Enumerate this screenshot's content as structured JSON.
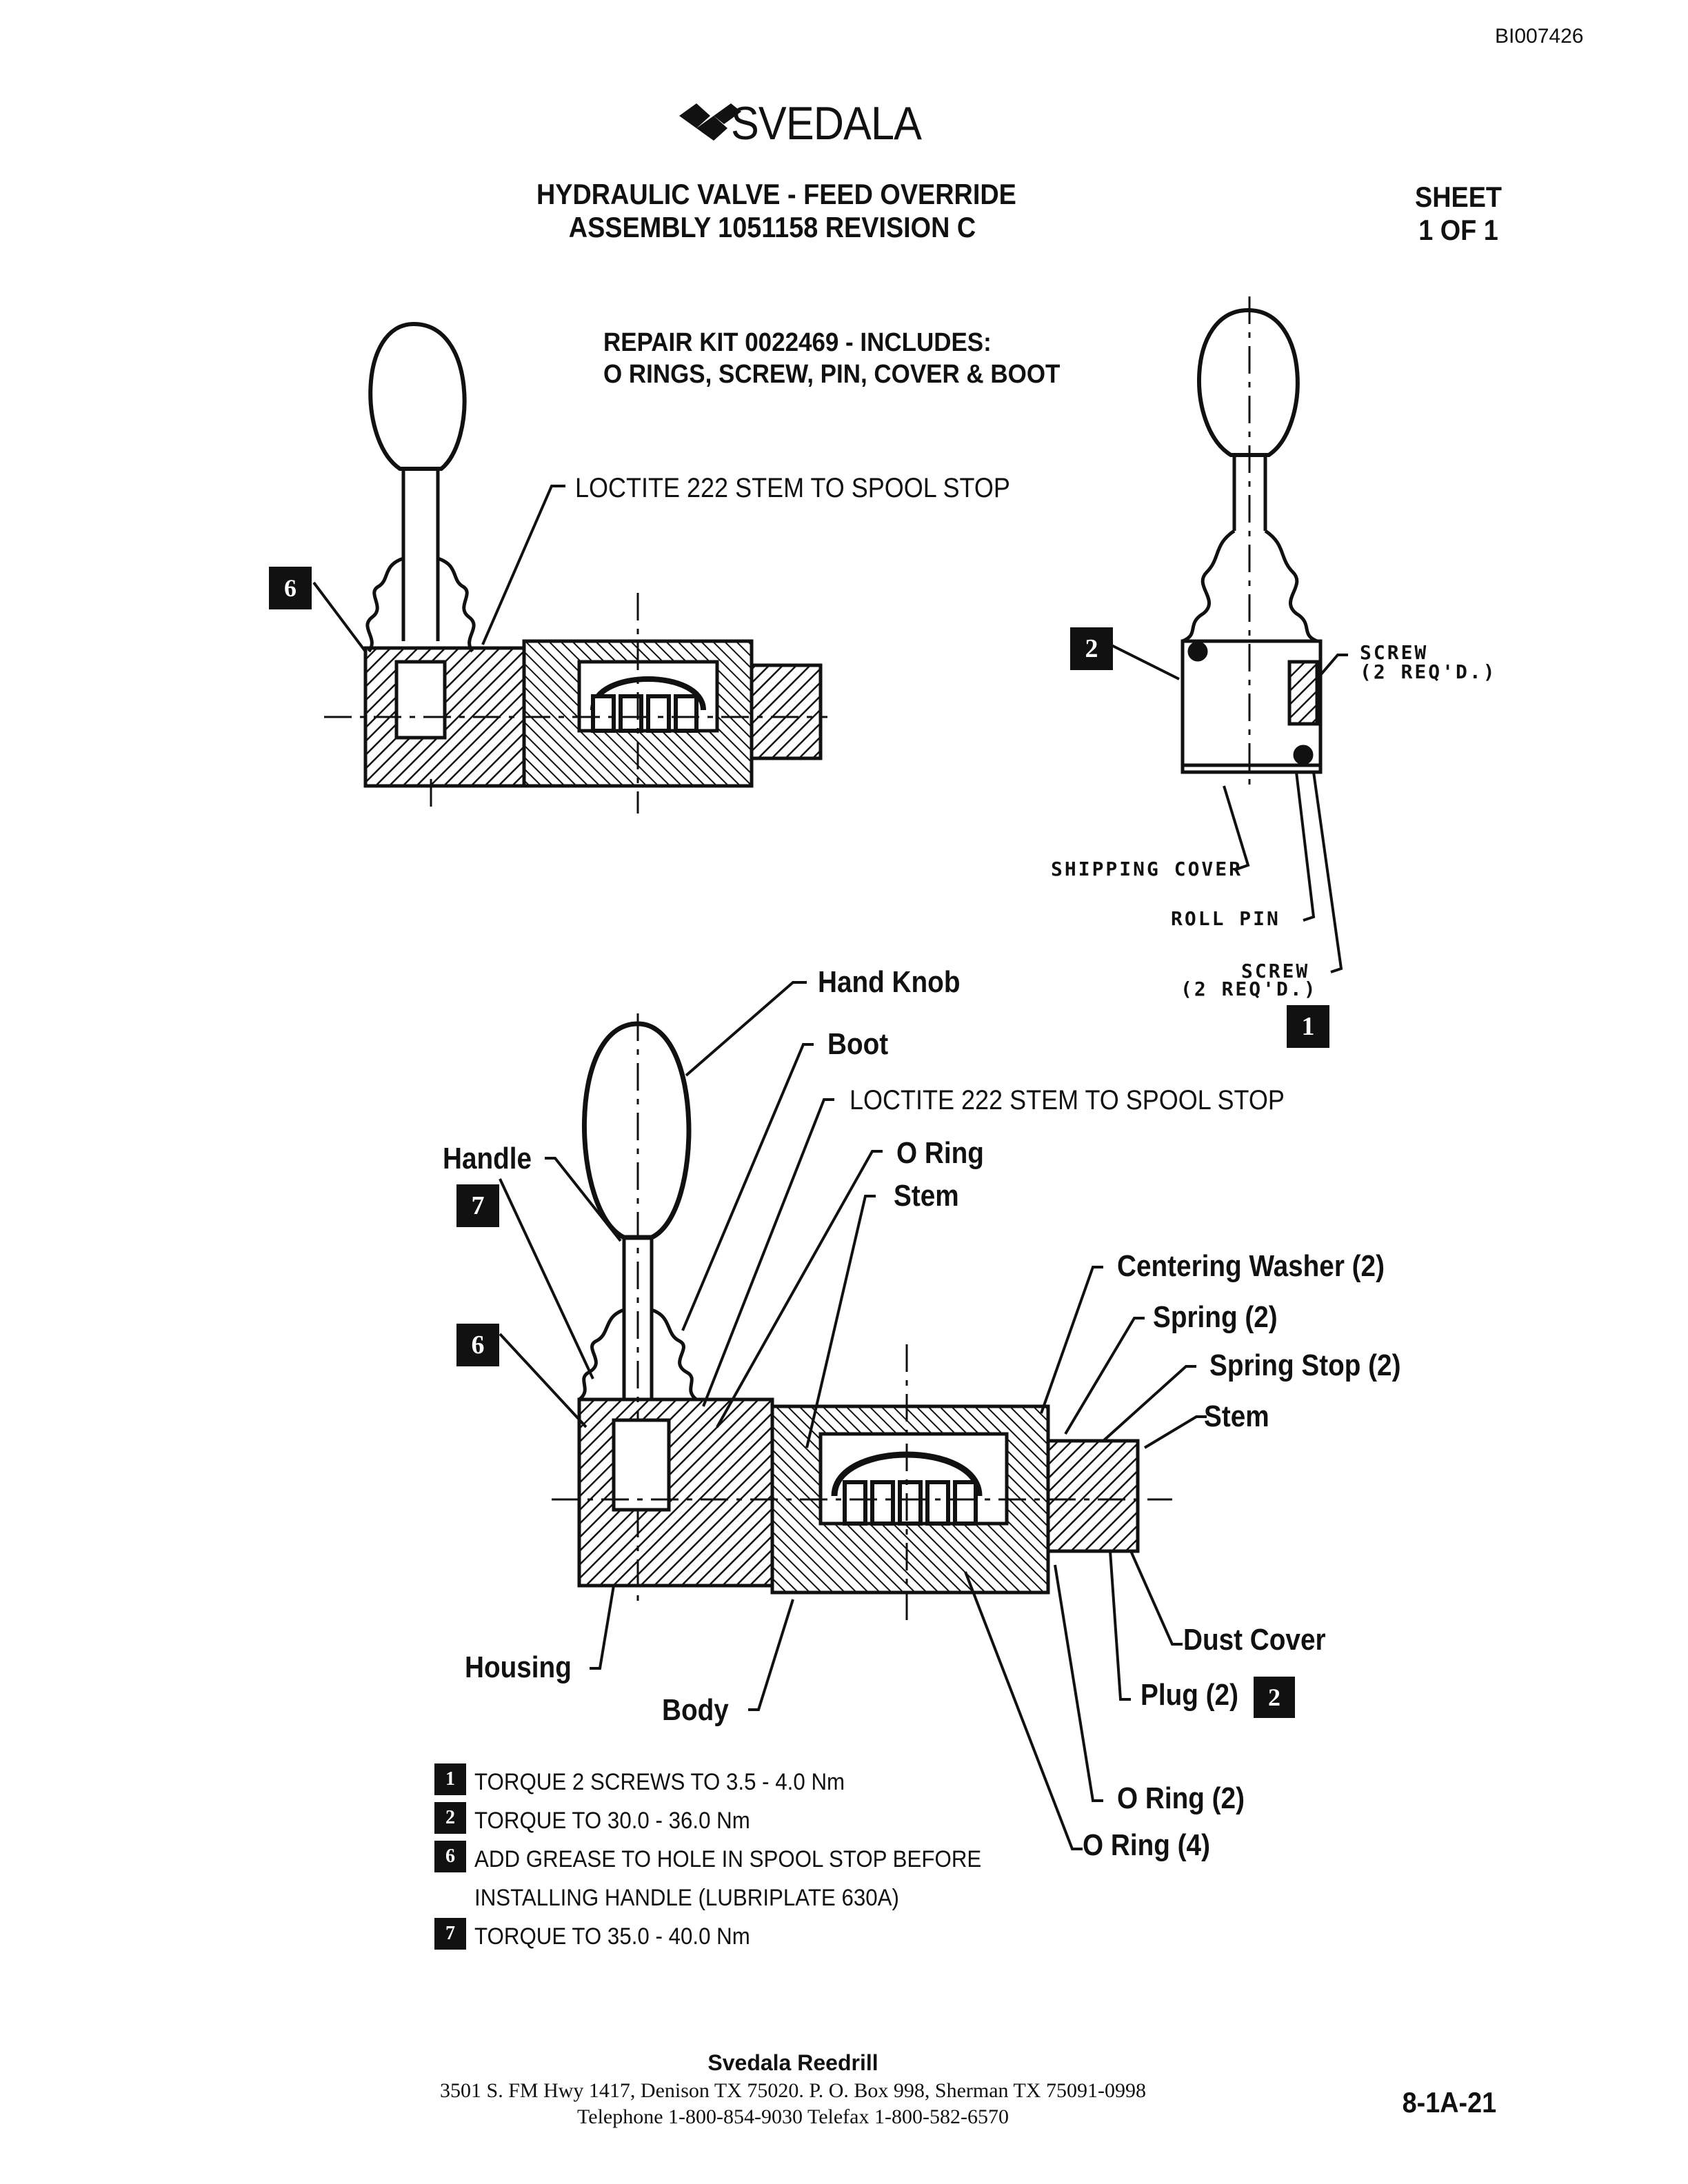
{
  "doc_id": "BI007426",
  "brand": {
    "name": "SVEDALA"
  },
  "title": {
    "line1": "HYDRAULIC VALVE - FEED OVERRIDE",
    "line2": "ASSEMBLY 1051158 REVISION C"
  },
  "sheet": {
    "line1": "SHEET",
    "line2": "1 OF 1"
  },
  "repair_kit": {
    "line1": "REPAIR KIT 0022469 - INCLUDES:",
    "line2": "O RINGS, SCREW, PIN, COVER & BOOT"
  },
  "top_view": {
    "loctite": "LOCTITE 222 STEM TO SPOOL STOP",
    "badge_6": "6"
  },
  "side_view": {
    "badge_2": "2",
    "screw_top": "SCREW",
    "screw_top_qty": "(2 REQ'D.)",
    "shipping_cover": "SHIPPING COVER",
    "roll_pin": "ROLL PIN",
    "screw_bottom": "SCREW",
    "screw_bottom_qty": "(2 REQ'D.)",
    "badge_1": "1"
  },
  "main_view": {
    "hand_knob": "Hand Knob",
    "boot": "Boot",
    "loctite": "LOCTITE 222 STEM TO SPOOL STOP",
    "o_ring": "O Ring",
    "stem_left": "Stem",
    "handle": "Handle",
    "badge_7": "7",
    "badge_6": "6",
    "centering_washer": "Centering Washer (2)",
    "spring": "Spring (2)",
    "spring_stop": "Spring Stop (2)",
    "stem_right": "Stem",
    "housing": "Housing",
    "body": "Body",
    "dust_cover": "Dust Cover",
    "plug": "Plug (2)",
    "badge_2": "2",
    "o_ring_2": "O Ring (2)",
    "o_ring_4": "O Ring (4)"
  },
  "notes": [
    {
      "badge": "1",
      "text": "TORQUE 2 SCREWS TO 3.5 - 4.0 Nm"
    },
    {
      "badge": "2",
      "text": "TORQUE TO 30.0 - 36.0 Nm"
    },
    {
      "badge": "6",
      "text": "ADD GREASE TO HOLE IN SPOOL STOP BEFORE",
      "text2": "INSTALLING HANDLE (LUBRIPLATE 630A)"
    },
    {
      "badge": "7",
      "text": "TORQUE TO 35.0 - 40.0 Nm"
    }
  ],
  "footer": {
    "company": "Svedala Reedrill",
    "address": "3501 S. FM Hwy 1417, Denison TX  75020.  P. O. Box 998, Sherman TX  75091-0998",
    "phone": "Telephone 1-800-854-9030 Telefax 1-800-582-6570",
    "page": "8-1A-21"
  },
  "colors": {
    "ink": "#111111",
    "paper": "#ffffff"
  }
}
